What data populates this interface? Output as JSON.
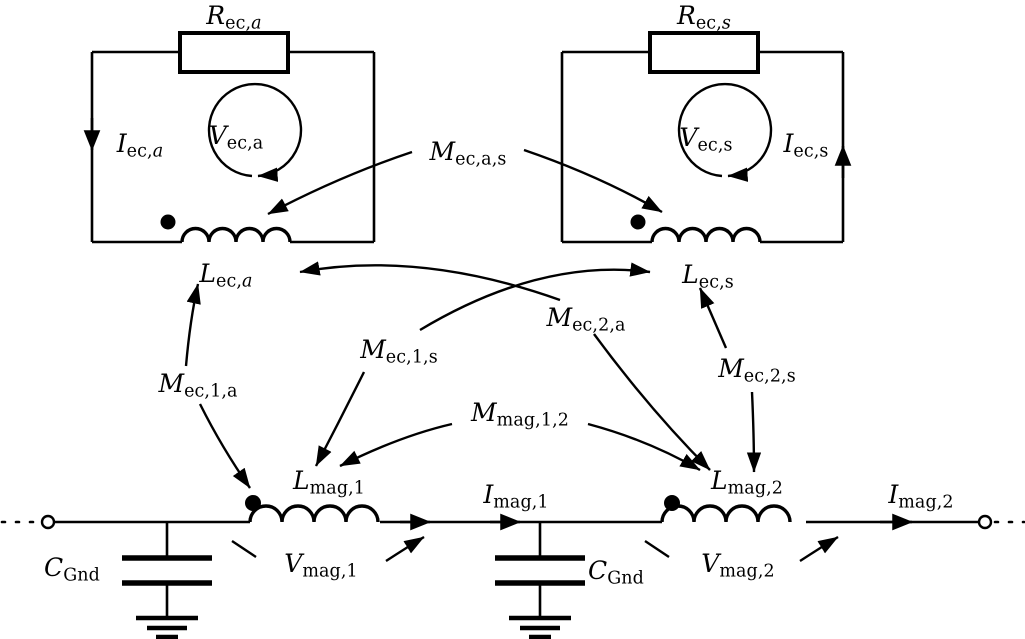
{
  "figure": {
    "type": "circuit-schematic",
    "description": "Equivalent circuit model of two coupled magnet cells with eddy-current loops",
    "background_color": "#ffffff",
    "line_color": "#000000"
  },
  "eddy_loop_a": {
    "resistor_label": {
      "sym": "R",
      "sub": "ec,a",
      "sub_italic_tail": true,
      "text": "R_ec,a"
    },
    "current_label": {
      "sym": "I",
      "sub": "ec,a",
      "sub_italic_tail": true,
      "text": "I_ec,a"
    },
    "voltage_label": {
      "sym": "V",
      "sub": "ec,a",
      "sub_italic_tail": false,
      "text": "V_ec,a"
    },
    "inductor_label": {
      "sym": "L",
      "sub": "ec,a",
      "sub_italic_tail": true,
      "text": "L_ec,a"
    },
    "current_direction": "down",
    "dot_marker": true
  },
  "eddy_loop_s": {
    "resistor_label": {
      "sym": "R",
      "sub": "ec,s",
      "sub_italic_tail": true,
      "text": "R_ec,s"
    },
    "current_label": {
      "sym": "I",
      "sub": "ec,s",
      "sub_italic_tail": false,
      "text": "I_ec,s"
    },
    "voltage_label": {
      "sym": "V",
      "sub": "ec,s",
      "sub_italic_tail": false,
      "text": "V_ec,s"
    },
    "inductor_label": {
      "sym": "L",
      "sub": "ec,s",
      "sub_italic_tail": false,
      "text": "L_ec,s"
    },
    "current_direction": "up",
    "dot_marker": true
  },
  "transmission_line": {
    "cell_1": {
      "cap_label": {
        "sym": "C",
        "sub": "Gnd",
        "text": "C_Gnd"
      },
      "inductor_label": {
        "sym": "L",
        "sub": "mag,1",
        "text": "L_mag,1"
      },
      "voltage_label": {
        "sym": "V",
        "sub": "mag,1",
        "text": "V_mag,1"
      },
      "current_label": {
        "sym": "I",
        "sub": "mag,1",
        "text": "I_mag,1"
      },
      "dot_marker": true
    },
    "cell_2": {
      "cap_label": {
        "sym": "C",
        "sub": "Gnd",
        "text": "C_Gnd"
      },
      "inductor_label": {
        "sym": "L",
        "sub": "mag,2",
        "text": "L_mag,2"
      },
      "voltage_label": {
        "sym": "V",
        "sub": "mag,2",
        "text": "V_mag,2"
      },
      "current_label": {
        "sym": "I",
        "sub": "mag,2",
        "text": "I_mag,2"
      },
      "dot_marker": true
    },
    "left_terminal": "open-circle",
    "right_terminal": "open-circle",
    "continues_left": true,
    "continues_right": true
  },
  "mutual_couplings": [
    {
      "id": "M_ec_a_s",
      "sym": "M",
      "sub": "ec,a,s",
      "text": "M_ec,a,s",
      "from": "L_ec,a",
      "to": "L_ec,s",
      "bidirectional": true
    },
    {
      "id": "M_ec_1_a",
      "sym": "M",
      "sub": "ec,1,a",
      "text": "M_ec,1,a",
      "from": "L_mag,1",
      "to": "L_ec,a",
      "bidirectional": true
    },
    {
      "id": "M_ec_1_s",
      "sym": "M",
      "sub": "ec,1,s",
      "text": "M_ec,1,s",
      "from": "L_mag,1",
      "to": "L_ec,s",
      "bidirectional": true
    },
    {
      "id": "M_ec_2_a",
      "sym": "M",
      "sub": "ec,2,a",
      "text": "M_ec,2,a",
      "from": "L_mag,2",
      "to": "L_ec,a",
      "bidirectional": true
    },
    {
      "id": "M_ec_2_s",
      "sym": "M",
      "sub": "ec,2,s",
      "text": "M_ec,2,s",
      "from": "L_mag,2",
      "to": "L_ec,s",
      "bidirectional": true
    },
    {
      "id": "M_mag_1_2",
      "sym": "M",
      "sub": "mag,1,2",
      "text": "M_mag,1,2",
      "from": "L_mag,1",
      "to": "L_mag,2",
      "bidirectional": true
    }
  ]
}
